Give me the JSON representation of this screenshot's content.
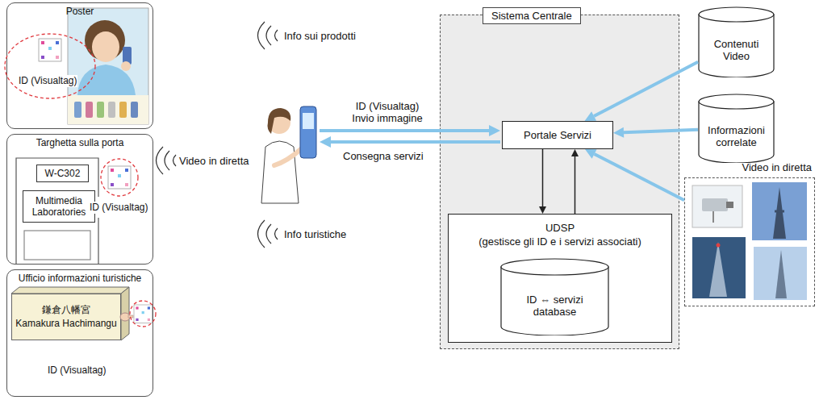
{
  "diagram": {
    "nodes": [
      {
        "text": [
          "Poster"
        ]
      },
      {
        "text": [
          "Targhetta sulla porta"
        ]
      },
      {
        "text": [
          "W-C302"
        ],
        "in": 1
      },
      {
        "text": [
          "Multimedia Laboratories"
        ],
        "in": 1
      },
      {
        "text": [
          "Ufficio informazioni turistiche"
        ]
      },
      {
        "text": [
          "鎌倉八幡宮",
          "Kamakura Hachimangu"
        ],
        "in": 4
      },
      {
        "text": [
          "Sistema Centrale"
        ]
      },
      {
        "text": [
          "Portale Servizi"
        ],
        "in": 6
      },
      {
        "text": [
          "UDSP",
          "(gestisce gli ID e i servizi associati)"
        ],
        "in": 6
      },
      {
        "text": [
          "ID ⇔ servizi database"
        ],
        "in": 8
      },
      {
        "text": [
          "Contenuti Video"
        ]
      },
      {
        "text": [
          "Informazioni correlate"
        ]
      },
      {
        "text": [
          "Video in diretta"
        ]
      }
    ],
    "edges": [
      {
        "from": 7,
        "to": 8,
        "arrow": "to"
      },
      {
        "from": 8,
        "to": 7,
        "arrow": "to"
      },
      {
        "from": 10,
        "to": 7,
        "arrow": "to"
      },
      {
        "from": 11,
        "to": 7,
        "arrow": "to"
      },
      {
        "from": 12,
        "to": 7,
        "arrow": "to"
      }
    ],
    "labels": [
      "ID (Visualtag)",
      "ID (Visualtag)",
      "ID (Visualtag)",
      "Info sui prodotti",
      "Video in diretta",
      "ID (Visualtag) Invio immagine",
      "Consegna servizi",
      "Info turistiche"
    ]
  }
}
